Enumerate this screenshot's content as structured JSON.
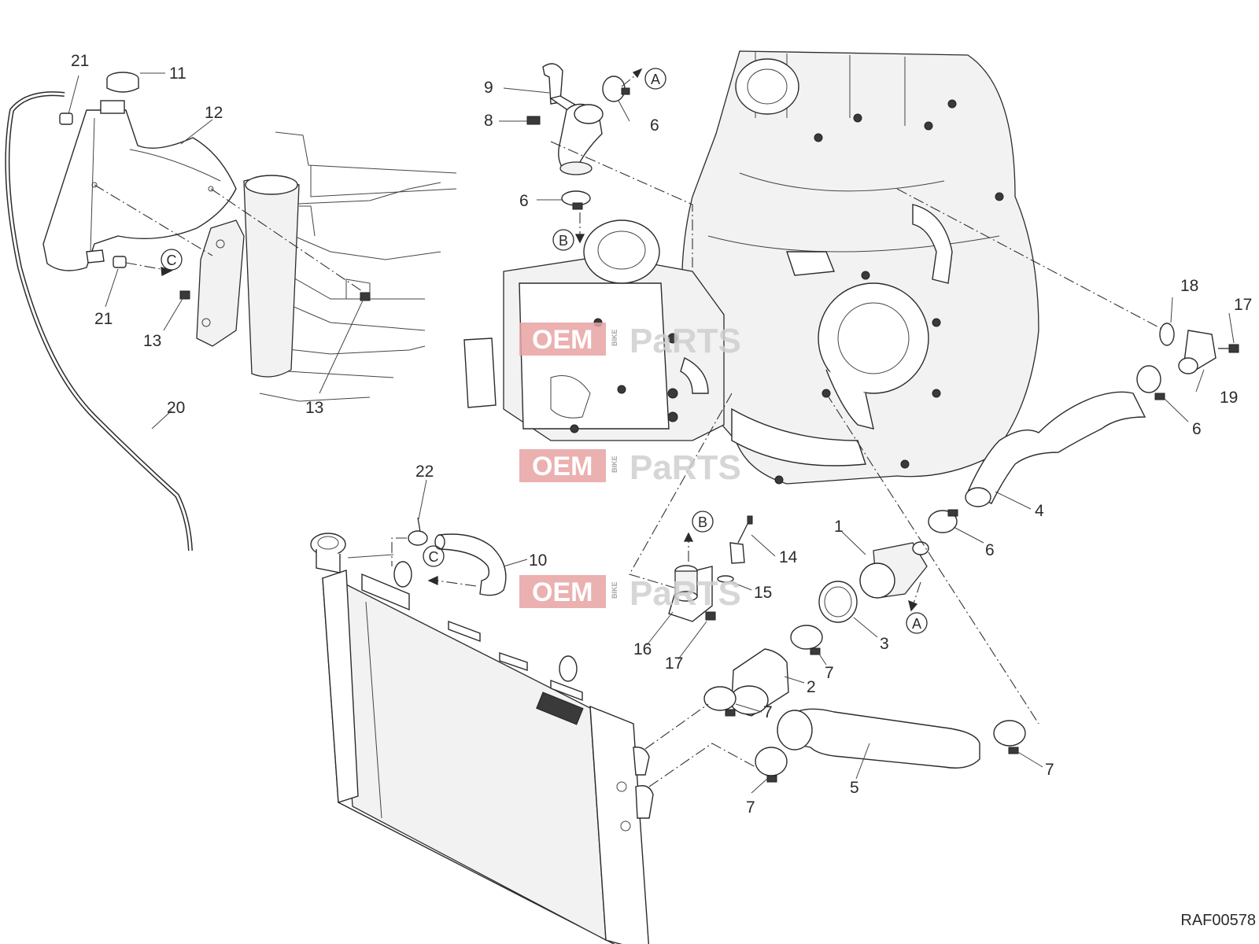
{
  "callouts": [
    {
      "id": "c21a",
      "text": "21"
    },
    {
      "id": "c11",
      "text": "11"
    },
    {
      "id": "c12",
      "text": "12"
    },
    {
      "id": "c21b",
      "text": "21"
    },
    {
      "id": "c13a",
      "text": "13"
    },
    {
      "id": "c13b",
      "text": "13"
    },
    {
      "id": "c20",
      "text": "20"
    },
    {
      "id": "c9",
      "text": "9"
    },
    {
      "id": "c8",
      "text": "8"
    },
    {
      "id": "c6a",
      "text": "6"
    },
    {
      "id": "c6b",
      "text": "6"
    },
    {
      "id": "c18",
      "text": "18"
    },
    {
      "id": "c17a",
      "text": "17"
    },
    {
      "id": "c19",
      "text": "19"
    },
    {
      "id": "c6c",
      "text": "6"
    },
    {
      "id": "c4",
      "text": "4"
    },
    {
      "id": "c6d",
      "text": "6"
    },
    {
      "id": "c1",
      "text": "1"
    },
    {
      "id": "c22",
      "text": "22"
    },
    {
      "id": "c10",
      "text": "10"
    },
    {
      "id": "c14",
      "text": "14"
    },
    {
      "id": "c15",
      "text": "15"
    },
    {
      "id": "c16",
      "text": "16"
    },
    {
      "id": "c17b",
      "text": "17"
    },
    {
      "id": "c3",
      "text": "3"
    },
    {
      "id": "c7a",
      "text": "7"
    },
    {
      "id": "c2",
      "text": "2"
    },
    {
      "id": "c7b",
      "text": "7"
    },
    {
      "id": "c5",
      "text": "5"
    },
    {
      "id": "c7c",
      "text": "7"
    },
    {
      "id": "c7d",
      "text": "7"
    }
  ],
  "connectors": [
    {
      "id": "A1",
      "text": "A"
    },
    {
      "id": "B1",
      "text": "B"
    },
    {
      "id": "C1",
      "text": "C"
    },
    {
      "id": "B2",
      "text": "B"
    },
    {
      "id": "C2",
      "text": "C"
    },
    {
      "id": "A2",
      "text": "A"
    }
  ],
  "reference_code": "RAF00578",
  "watermark": {
    "left": "OEM",
    "middle": "BIKE",
    "right": "PaRTS",
    "accent_color": "#e8a3a3"
  }
}
